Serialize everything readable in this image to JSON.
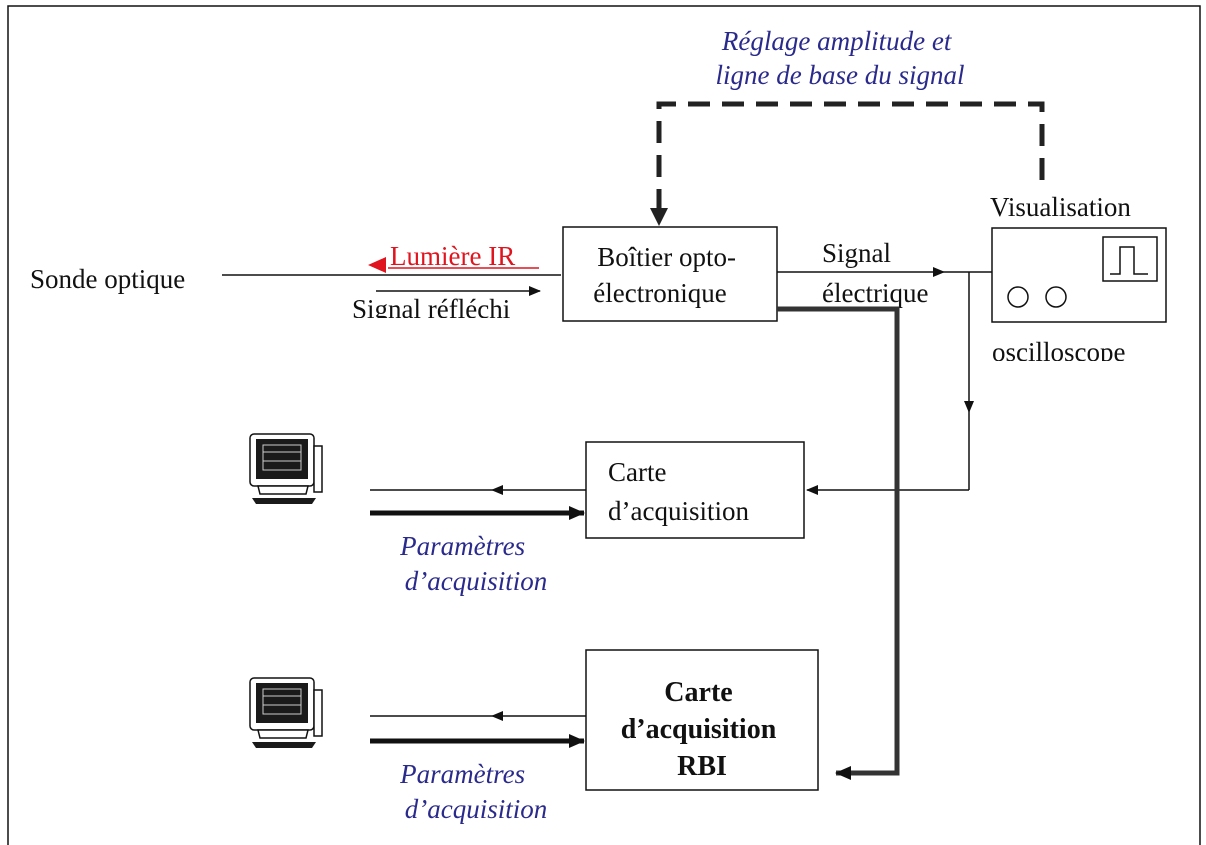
{
  "diagram": {
    "feedback_label": [
      "Réglage amplitude et",
      "ligne de base du signal"
    ],
    "probe_label": "Sonde optique",
    "ir_light_label": "Lumière IR",
    "reflected_label": "Signal réfléchi",
    "optoelectronic_box": [
      "Boîtier opto-",
      "électronique"
    ],
    "electric_signal_label": [
      "Signal",
      "électrique"
    ],
    "visualisation_label": "Visualisation",
    "oscilloscope_label": "oscilloscope",
    "acq_card": [
      "Carte",
      "d’acquisition"
    ],
    "acq_params_1": [
      "Paramètres",
      "d’acquisition"
    ],
    "rbi_card": [
      "Carte",
      "d’acquisition",
      "RBI"
    ],
    "acq_params_2": [
      "Paramètres",
      "d’acquisition"
    ]
  },
  "colors": {
    "line": "#111111",
    "italic_text": "#2a2a8c",
    "ir_red": "#e0141e"
  },
  "icons": [
    "computer-monitor-icon",
    "computer-monitor-icon"
  ]
}
